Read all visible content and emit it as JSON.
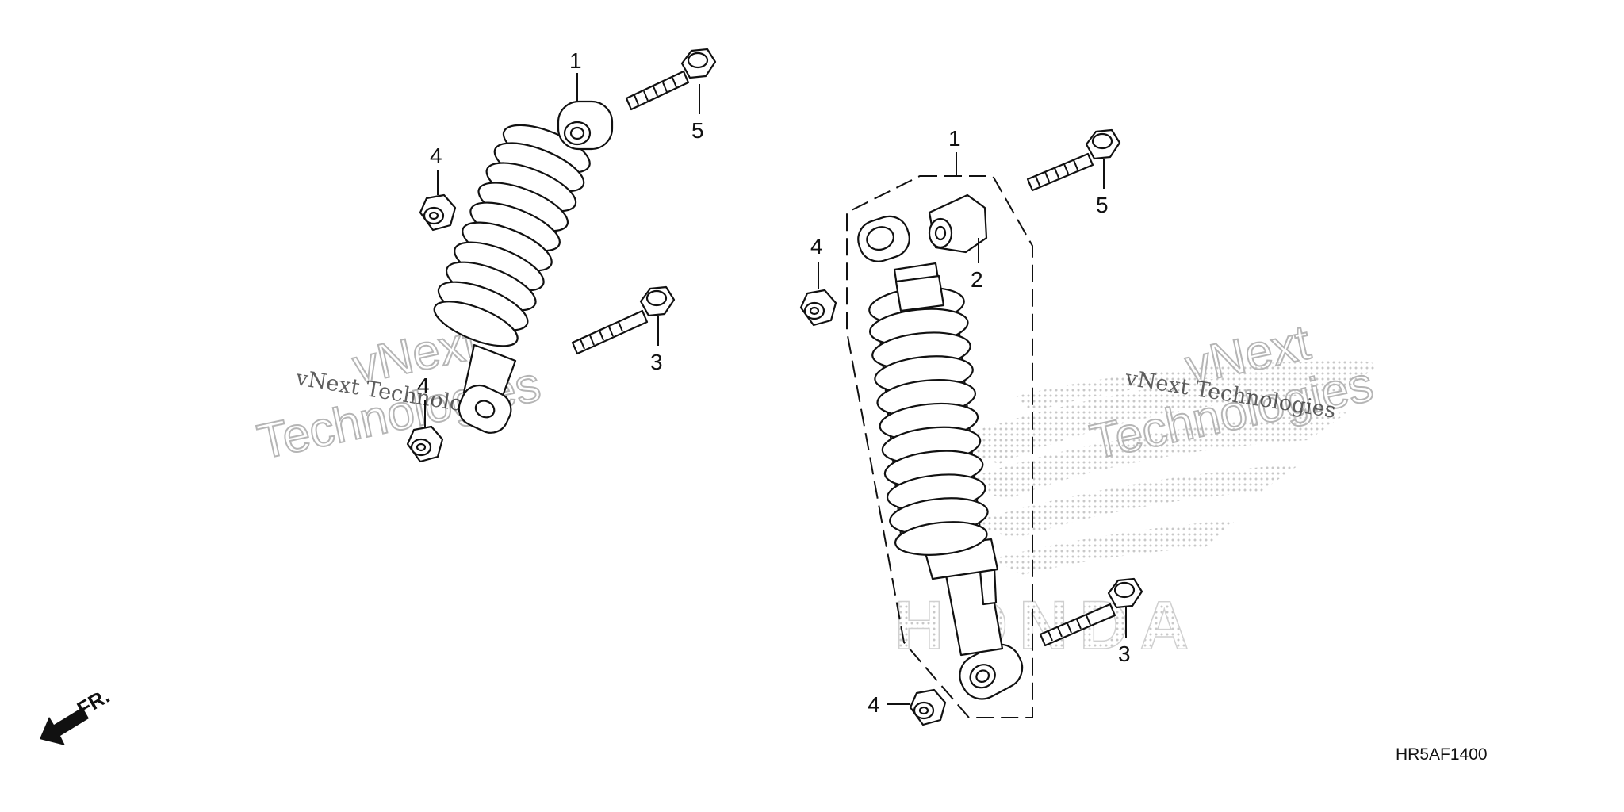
{
  "diagram": {
    "code": "HR5AF1400",
    "direction_label": "FR.",
    "callouts": [
      {
        "id": "left-shock-absorber",
        "label": "1"
      },
      {
        "id": "left-upper-bolt",
        "label": "5"
      },
      {
        "id": "left-upper-nut",
        "label": "4"
      },
      {
        "id": "left-lower-nut",
        "label": "4"
      },
      {
        "id": "left-lower-bolt",
        "label": "3"
      },
      {
        "id": "right-shock-absorber",
        "label": "1"
      },
      {
        "id": "right-upper-bolt",
        "label": "5"
      },
      {
        "id": "right-bushing",
        "label": "2"
      },
      {
        "id": "right-upper-nut",
        "label": "4"
      },
      {
        "id": "right-lower-bolt",
        "label": "3"
      },
      {
        "id": "right-lower-nut",
        "label": "4"
      }
    ],
    "watermarks": [
      {
        "id": "left",
        "line1": "vNext Technologies",
        "outline1": "vNext",
        "outline2": "Technologies"
      },
      {
        "id": "right",
        "line1": "vNext Technologies",
        "outline1": "vNext",
        "outline2": "Technologies"
      }
    ],
    "brand_text": "HONDA",
    "colors": {
      "ink": "#111111",
      "watermark": "#b5b5b5",
      "stipple": "#c8c8c8"
    }
  }
}
